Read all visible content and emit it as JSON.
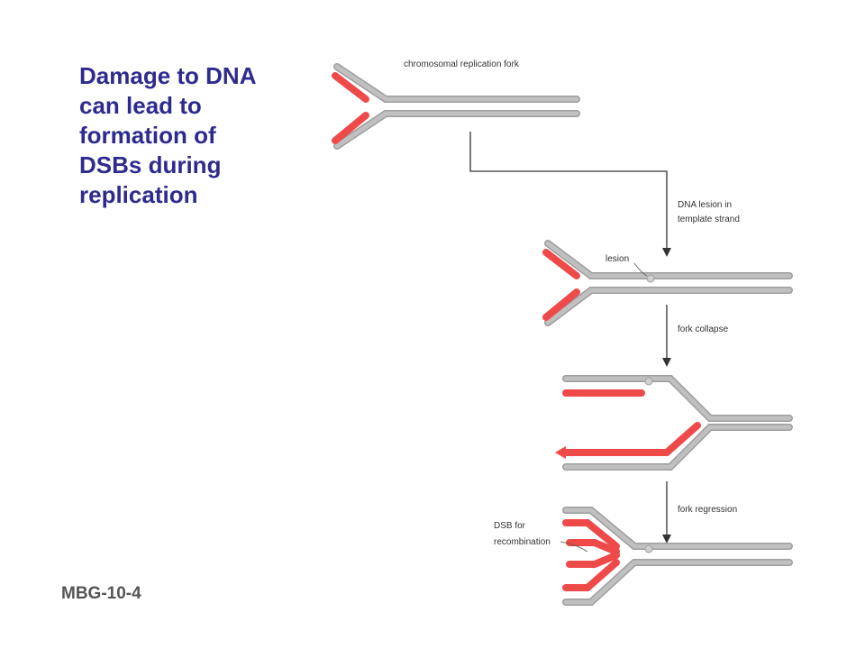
{
  "title": {
    "lines": [
      "Damage to DNA",
      "can lead to",
      "formation of",
      "DSBs during",
      "replication"
    ]
  },
  "slide_code": "MBG-10-4",
  "diagram": {
    "labels": {
      "fork": "chromosomal replication fork",
      "lesion_template_line1": "DNA lesion in",
      "lesion_template_line2": "template strand",
      "lesion": "lesion",
      "fork_collapse": "fork collapse",
      "fork_regression": "fork regression",
      "dsb_line1": "DSB for",
      "dsb_line2": "recombination"
    },
    "colors": {
      "title": "#2e2b8f",
      "template_strand": "#c0c0c0",
      "new_strand": "#ef4a4a",
      "arrow": "#333333"
    }
  }
}
